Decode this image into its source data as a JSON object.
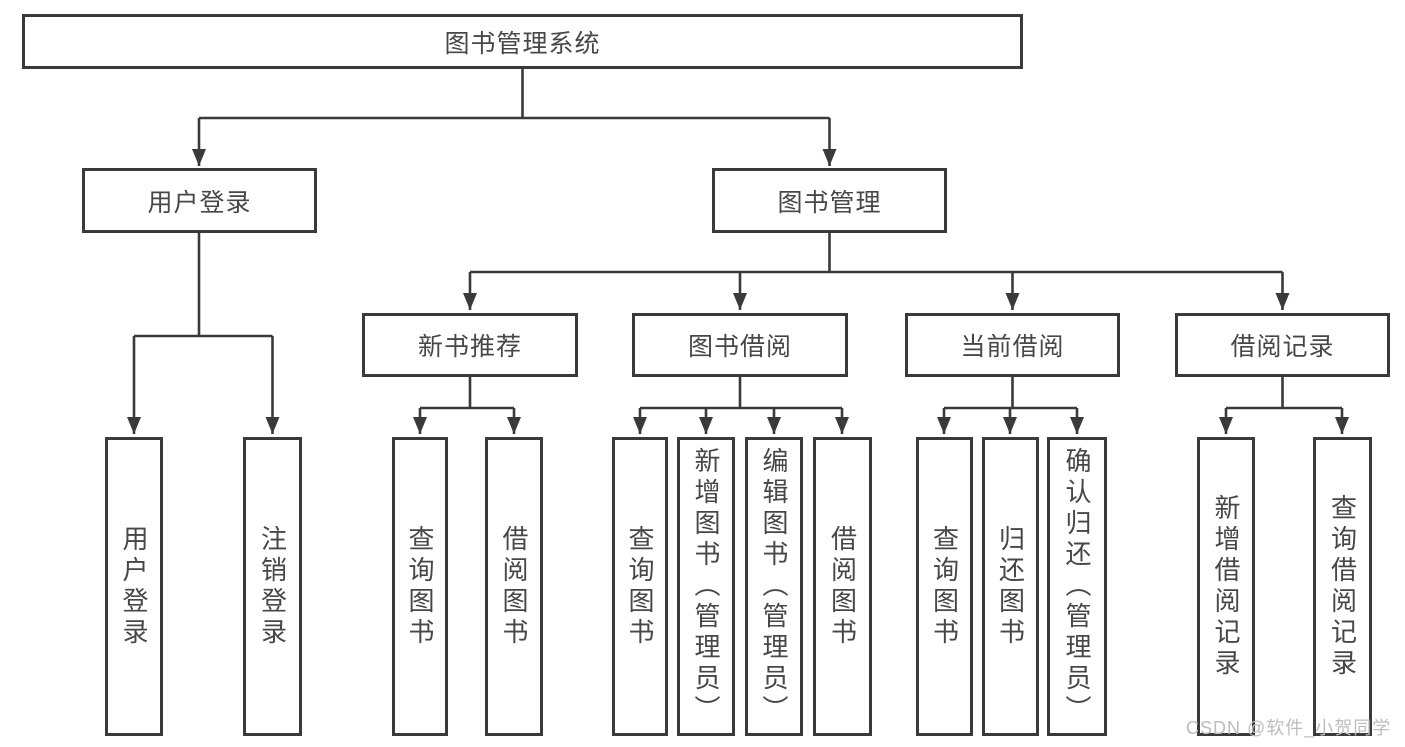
{
  "nodes": {
    "root": {
      "label": "图书管理系统"
    },
    "user_login": {
      "label": "用户登录"
    },
    "book_management": {
      "label": "图书管理"
    },
    "new_book_recommend": {
      "label": "新书推荐"
    },
    "book_borrowing": {
      "label": "图书借阅"
    },
    "current_borrowing": {
      "label": "当前借阅"
    },
    "borrowing_records": {
      "label": "借阅记录"
    },
    "leaf_user_login": {
      "label": "用户登录"
    },
    "leaf_logout": {
      "label": "注销登录"
    },
    "leaf_query_books_recommend": {
      "label": "查询图书"
    },
    "leaf_borrow_books_recommend": {
      "label": "借阅图书"
    },
    "leaf_query_books_borrowing": {
      "label": "查询图书"
    },
    "leaf_add_books_admin": {
      "label": "新增图书（管理员）"
    },
    "leaf_edit_books_admin": {
      "label": "编辑图书（管理员）"
    },
    "leaf_borrow_books_borrowing": {
      "label": "借阅图书"
    },
    "leaf_query_books_current": {
      "label": "查询图书"
    },
    "leaf_return_books": {
      "label": "归还图书"
    },
    "leaf_confirm_return_admin": {
      "label": "确认归还（管理员）"
    },
    "leaf_add_borrow_record": {
      "label": "新增借阅记录"
    },
    "leaf_query_borrow_record": {
      "label": "查询借阅记录"
    }
  },
  "hierarchy": {
    "图书管理系统": [
      "用户登录",
      "图书管理"
    ],
    "用户登录": [
      "用户登录",
      "注销登录"
    ],
    "图书管理": [
      "新书推荐",
      "图书借阅",
      "当前借阅",
      "借阅记录"
    ],
    "新书推荐": [
      "查询图书",
      "借阅图书"
    ],
    "图书借阅": [
      "查询图书",
      "新增图书（管理员）",
      "编辑图书（管理员）",
      "借阅图书"
    ],
    "当前借阅": [
      "查询图书",
      "归还图书",
      "确认归还（管理员）"
    ],
    "借阅记录": [
      "新增借阅记录",
      "查询借阅记录"
    ]
  },
  "watermark": {
    "text": "CSDN @软件_小贺同学"
  },
  "colors": {
    "line": "#3a3a3a",
    "text": "#474747",
    "box_background": "#ffffff",
    "background": "#ffffff",
    "watermark": "#bdbdbd"
  }
}
